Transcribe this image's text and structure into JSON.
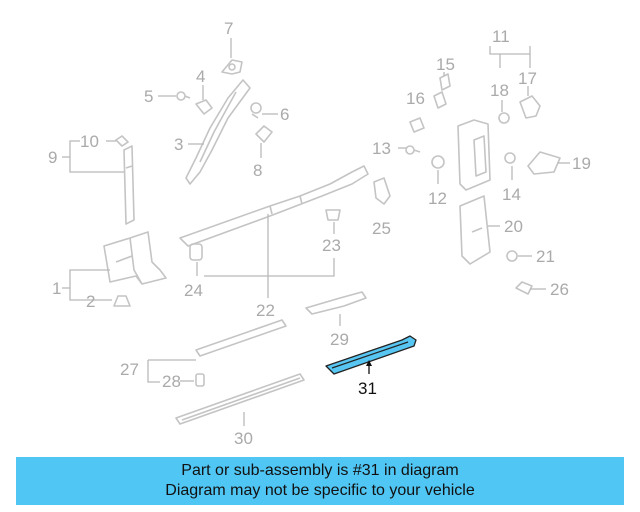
{
  "diagram": {
    "callouts": [
      "7",
      "4",
      "5",
      "6",
      "3",
      "8",
      "10",
      "9",
      "11",
      "15",
      "16",
      "18",
      "17",
      "13",
      "19",
      "14",
      "12",
      "20",
      "21",
      "25",
      "23",
      "24",
      "22",
      "1",
      "2",
      "26",
      "29",
      "27",
      "28",
      "31",
      "30"
    ],
    "highlighted_part": "31",
    "accent_color": "#50c6f4"
  },
  "banner": {
    "line1": "Part or sub-assembly is #31 in diagram",
    "line2": "Diagram may not be specific to your vehicle"
  }
}
